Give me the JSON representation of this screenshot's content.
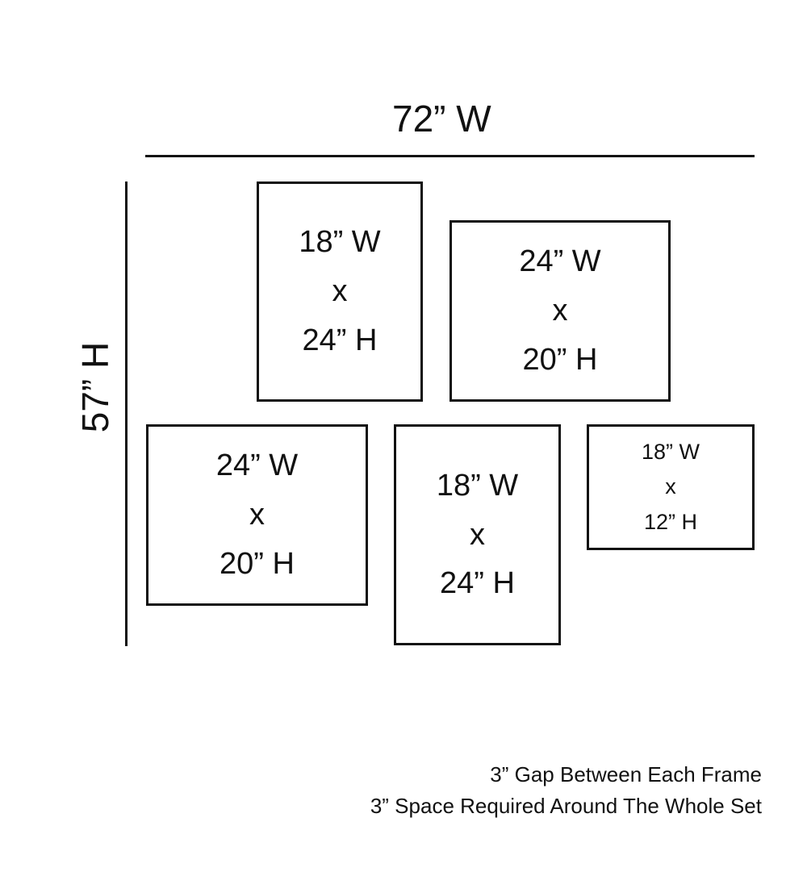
{
  "dimensions": {
    "width_label": "72” W",
    "height_label": "57” H"
  },
  "frames": [
    {
      "width": "18” W",
      "times": "x",
      "height": "24” H"
    },
    {
      "width": "24” W",
      "times": "x",
      "height": "20” H"
    },
    {
      "width": "24” W",
      "times": "x",
      "height": "20” H"
    },
    {
      "width": "18” W",
      "times": "x",
      "height": "24” H"
    },
    {
      "width": "18” W",
      "times": "x",
      "height": "12” H"
    }
  ],
  "notes": [
    "3” Gap Between Each Frame",
    "3” Space Required Around The Whole Set"
  ],
  "colors": {
    "ink": "#111111",
    "background": "#ffffff"
  }
}
